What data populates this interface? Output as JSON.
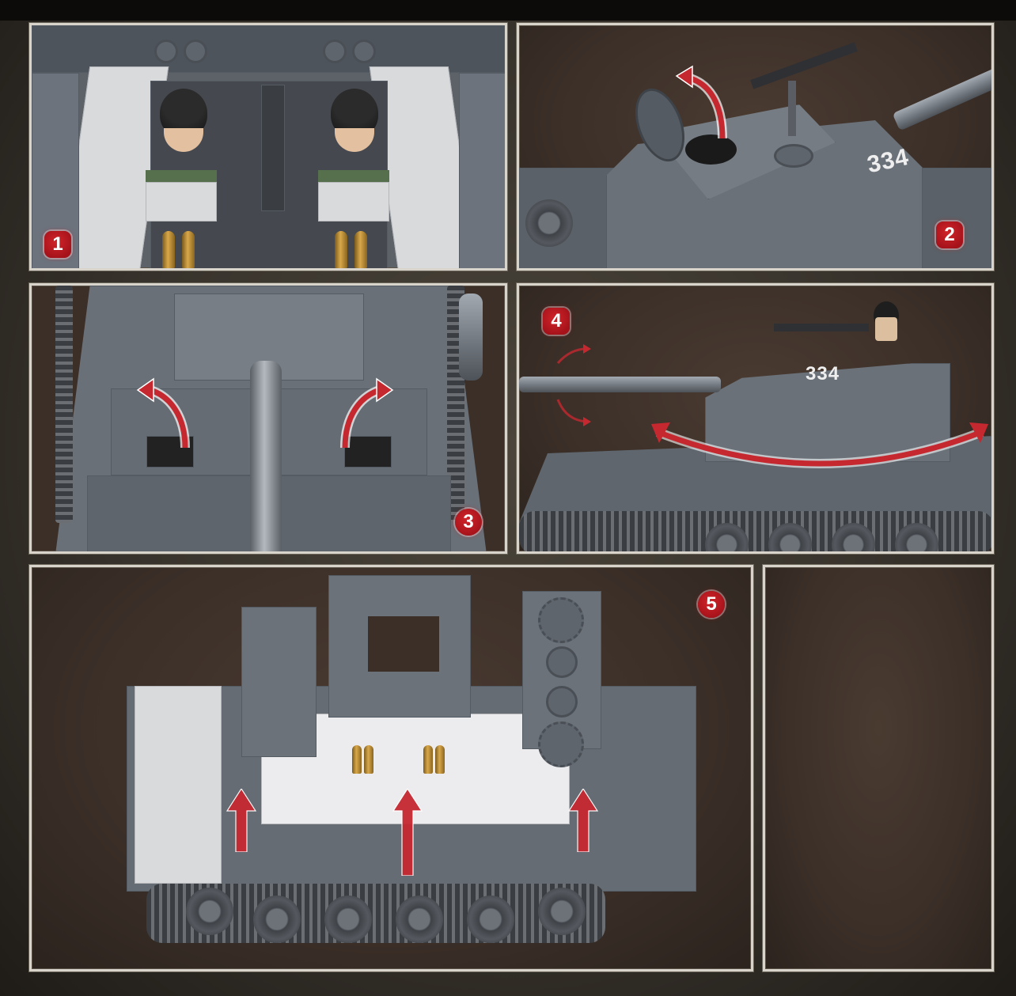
{
  "title": "Tank building-block set feature collage",
  "colors": {
    "background": "#37322b",
    "panel_border": "#d8d4cc",
    "panel_bg": "#3b2f28",
    "badge_red": "#c01c24",
    "tank_gray": "#6c737d",
    "arrow_red": "#c62830"
  },
  "panels": [
    {
      "id": 1,
      "badge": "1",
      "description": "Top-down interior view: two crew minifigures seated, ammunition shells stored below"
    },
    {
      "id": 2,
      "badge": "2",
      "description": "Turret with opening hatch (red curved arrow), mounted machine gun",
      "decal": "334"
    },
    {
      "id": 3,
      "badge": "3",
      "description": "Front hull with two opening hatches (red curved arrows) and main gun barrel"
    },
    {
      "id": 4,
      "badge": "4",
      "description": "Side view: rotating turret (red double-headed arc arrow), elevating barrel, commander minifigure",
      "decal": "334"
    },
    {
      "id": 5,
      "badge": "5",
      "description": "Removable hull top showing interior compartments, three red upward arrows"
    },
    {
      "id": 6,
      "badge": "",
      "description": "Empty panel"
    }
  ],
  "icons": {
    "hatch_arrow": "curved-arrow-icon",
    "turret_rotation": "double-arc-arrow-icon",
    "lift_arrow": "up-arrow-icon"
  }
}
